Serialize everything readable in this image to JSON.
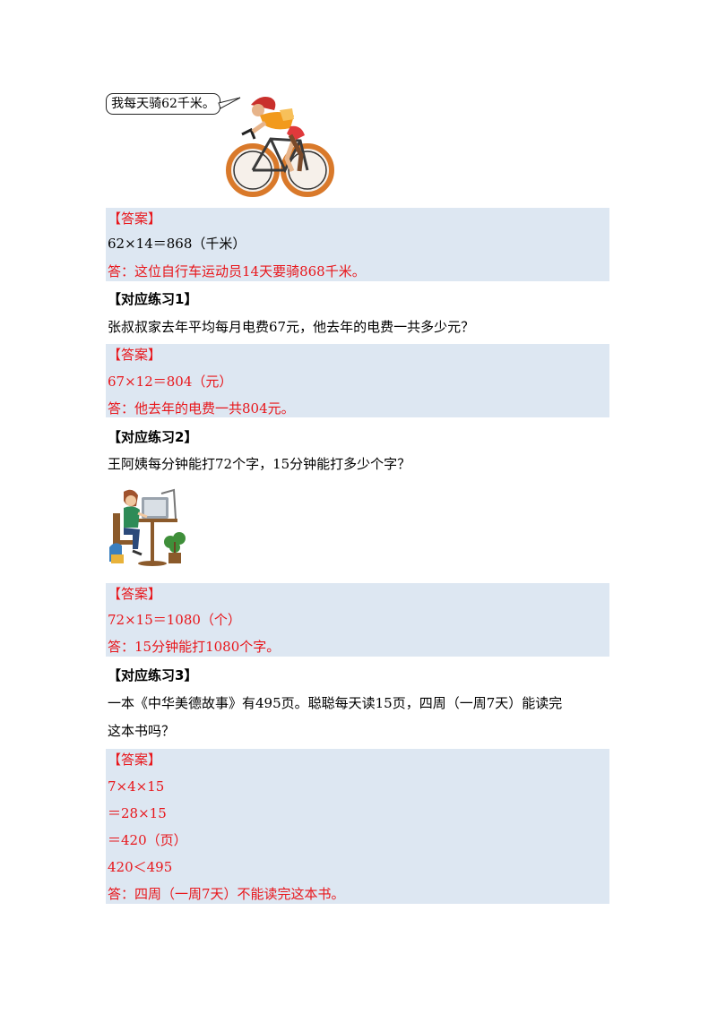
{
  "speech_bubble": "我每天骑62千米。",
  "answer_label": "【答案】",
  "q0": {
    "equation": "62×14＝868（千米）",
    "answer": "答：这位自行车运动员14天要骑868千米。"
  },
  "q1": {
    "heading": "【对应练习1】",
    "question": "张叔叔家去年平均每月电费67元，他去年的电费一共多少元？",
    "equation": "67×12＝804（元）",
    "answer": "答：他去年的电费一共804元。"
  },
  "q2": {
    "heading": "【对应练习2】",
    "question": "王阿姨每分钟能打72个字，15分钟能打多少个字？",
    "equation": "72×15＝1080（个）",
    "answer": "答：15分钟能打1080个字。"
  },
  "q3": {
    "heading": "【对应练习3】",
    "question_line1": "一本《中华美德故事》有495页。聪聪每天读15页，四周（一周7天）能读完",
    "question_line2": "这本书吗？",
    "steps": [
      "7×4×15",
      "＝28×15",
      "＝420（页）",
      "420＜495"
    ],
    "answer": "答：四周（一周7天）不能读完这本书。"
  },
  "colors": {
    "answer_red": "#e8161b",
    "answer_bg": "#dde7f2"
  }
}
